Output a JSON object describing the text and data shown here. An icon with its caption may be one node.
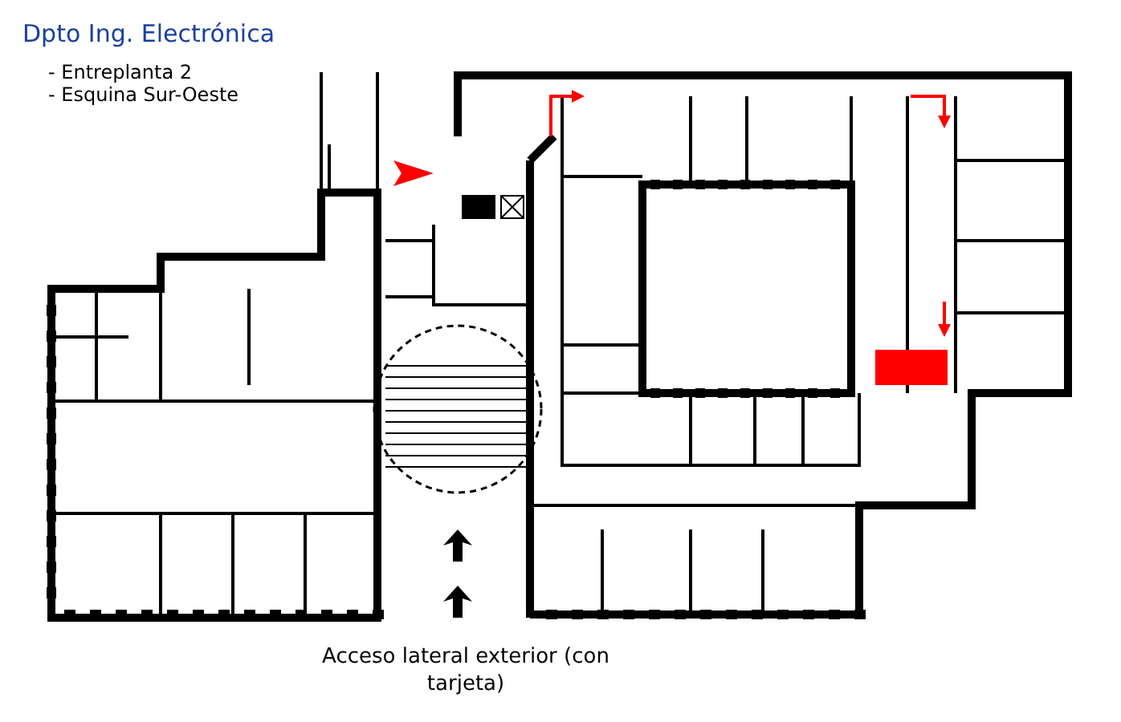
{
  "diagram": {
    "title": "Dpto Ing. Electrónica",
    "labels": [
      "- Entreplanta 2",
      "- Esquina Sur-Oeste",
      "Acceso lateral exterior (con tarjeta)"
    ]
  }
}
